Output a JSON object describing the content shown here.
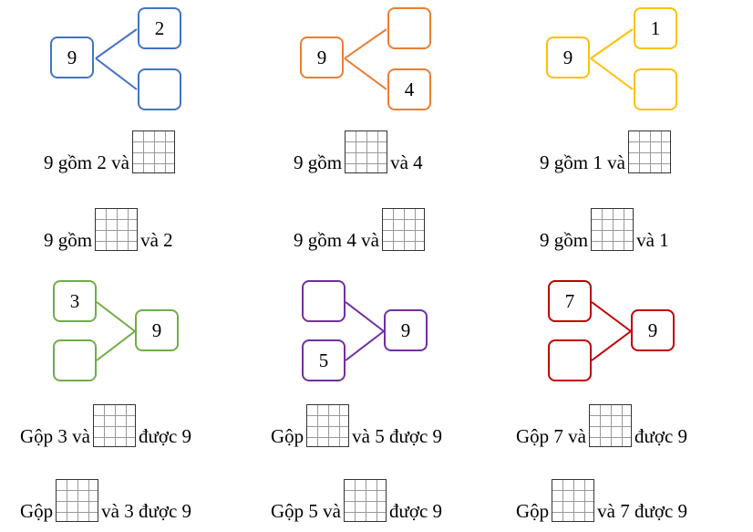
{
  "colors": {
    "blue": "#4472C4",
    "orange": "#ED7D31",
    "gold": "#FFC000",
    "green": "#70AD47",
    "purple": "#7030A0",
    "red": "#C00000"
  },
  "diagrams": [
    {
      "whole": "9",
      "part_top": "2",
      "part_bottom": ""
    },
    {
      "whole": "9",
      "part_top": "",
      "part_bottom": "4"
    },
    {
      "whole": "9",
      "part_top": "1",
      "part_bottom": ""
    },
    {
      "whole": "9",
      "part_top": "3",
      "part_bottom": ""
    },
    {
      "whole": "9",
      "part_top": "",
      "part_bottom": "5"
    },
    {
      "whole": "9",
      "part_top": "7",
      "part_bottom": ""
    }
  ],
  "sentences": [
    {
      "before": "9 gồm 2 và",
      "after": ""
    },
    {
      "before": "9 gồm",
      "after": "và 2"
    },
    {
      "before": "9 gồm",
      "after": "và 4"
    },
    {
      "before": "9 gồm 4 và",
      "after": ""
    },
    {
      "before": "9 gồm 1 và",
      "after": ""
    },
    {
      "before": "9 gồm",
      "after": "và 1"
    },
    {
      "before": "Gộp 3 và",
      "after": "được 9"
    },
    {
      "before": "Gộp",
      "after": "và 3 được 9"
    },
    {
      "before": "Gộp",
      "after": "và 5 được 9"
    },
    {
      "before": "Gộp 5 và",
      "after": "được 9"
    },
    {
      "before": "Gộp 7 và",
      "after": "được 9"
    },
    {
      "before": "Gộp",
      "after": "và 7 được 9"
    }
  ]
}
